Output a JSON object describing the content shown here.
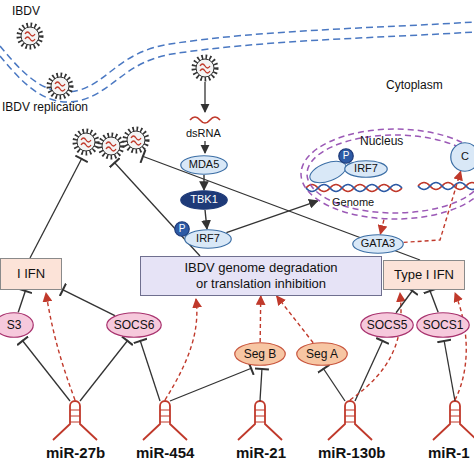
{
  "diagram": {
    "nodes": [
      {
        "text": [
          "I IFN"
        ]
      },
      {
        "text": [
          "IBDV genome degradation or translation inhibition"
        ]
      },
      {
        "text": [
          "Type I IFN"
        ]
      },
      {
        "text": [
          "S3"
        ]
      },
      {
        "text": [
          "SOCS6"
        ]
      },
      {
        "text": [
          "Seg B"
        ]
      },
      {
        "text": [
          "Seg A"
        ]
      },
      {
        "text": [
          "SOCS5"
        ]
      },
      {
        "text": [
          "SOCS1"
        ]
      },
      {
        "text": [
          "MDA5"
        ]
      },
      {
        "text": [
          "TBK1"
        ]
      },
      {
        "text": [
          "P"
        ]
      },
      {
        "text": [
          "IRF7"
        ]
      },
      {
        "text": [
          "Nucleus"
        ]
      },
      {
        "text": [
          "P"
        ],
        "in": 13
      },
      {
        "text": [
          "IRF7"
        ],
        "in": 13
      },
      {
        "text": [
          "C"
        ],
        "in": 13
      },
      {
        "text": [
          "GATA3"
        ]
      }
    ],
    "edges": [
      {
        "from": 9,
        "to": 10,
        "arrow": "to"
      },
      {
        "from": 10,
        "to": 12,
        "arrow": "to"
      },
      {
        "from": 12,
        "to": 13,
        "arrow": "to"
      },
      {
        "from": 13,
        "to": 17,
        "arrow": "to"
      },
      {
        "from": 17,
        "to": 16,
        "arrow": "to"
      },
      {
        "from": 3,
        "to": 0,
        "arrow": "to"
      },
      {
        "from": 4,
        "to": 0,
        "arrow": "to"
      },
      {
        "from": 5,
        "to": 1,
        "arrow": "to"
      },
      {
        "from": 6,
        "to": 1,
        "arrow": "to"
      },
      {
        "from": 7,
        "to": 2,
        "arrow": "to"
      },
      {
        "from": 8,
        "to": 2,
        "arrow": "to"
      }
    ],
    "labels": [
      "IBDV",
      "IBDV replication",
      "Cytoplasm",
      "dsRNA",
      "Genome",
      "miR-27b",
      "miR-454",
      "miR-21",
      "miR-130b",
      "miR-1"
    ]
  }
}
